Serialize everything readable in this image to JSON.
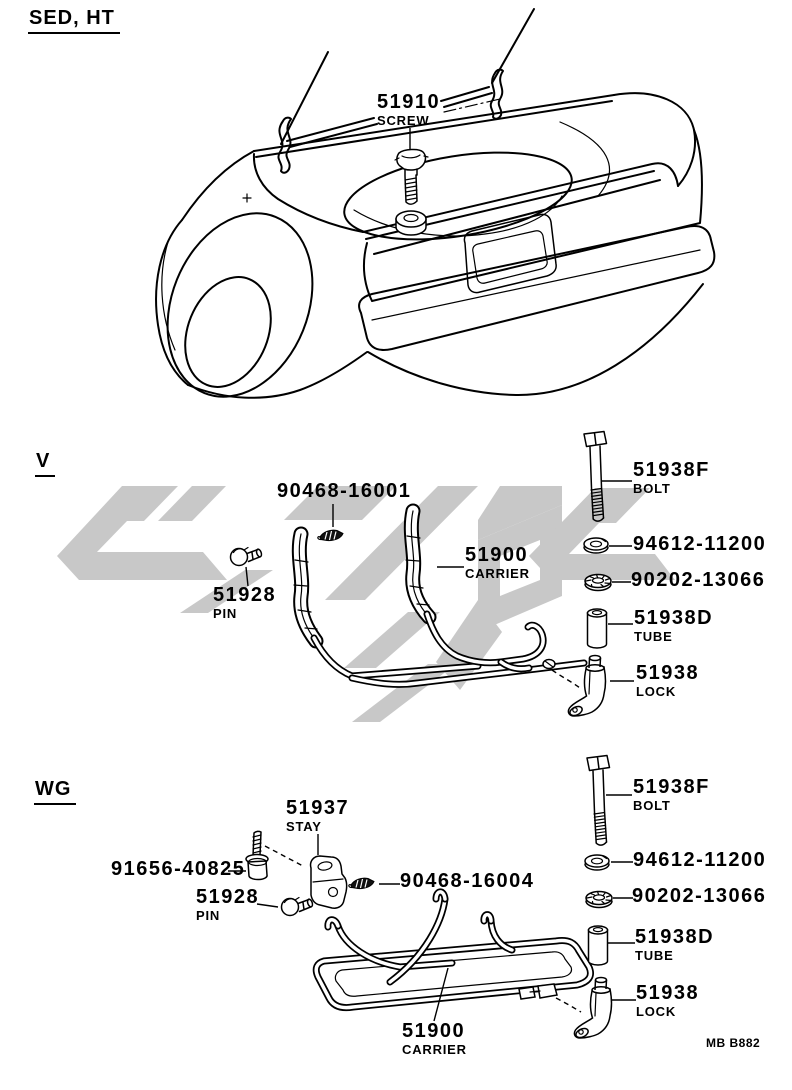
{
  "headings": {
    "top": "SED, HT",
    "v": "V",
    "wg": "WG"
  },
  "footer": {
    "code": "MB B882"
  },
  "colors": {
    "line": "#000000",
    "watermark": "#c8c8c8",
    "background": "#ffffff"
  },
  "labels": {
    "screw_top": {
      "number": "51910",
      "name": "SCREW"
    },
    "v_clip": {
      "number": "90468-16001"
    },
    "v_pin": {
      "number": "51928",
      "name": "PIN"
    },
    "v_carrier": {
      "number": "51900",
      "name": "CARRIER"
    },
    "v_bolt": {
      "number": "51938F",
      "name": "BOLT"
    },
    "v_spring_washer": {
      "number": "94612-11200"
    },
    "v_washer": {
      "number": "90202-13066"
    },
    "v_tube": {
      "number": "51938D",
      "name": "TUBE"
    },
    "v_lock": {
      "number": "51938",
      "name": "LOCK"
    },
    "wg_stay": {
      "number": "51937",
      "name": "STAY"
    },
    "wg_screw": {
      "number": "91656-40825"
    },
    "wg_pin": {
      "number": "51928",
      "name": "PIN"
    },
    "wg_clip": {
      "number": "90468-16004"
    },
    "wg_bolt": {
      "number": "51938F",
      "name": "BOLT"
    },
    "wg_spring_washer": {
      "number": "94612-11200"
    },
    "wg_washer": {
      "number": "90202-13066"
    },
    "wg_tube": {
      "number": "51938D",
      "name": "TUBE"
    },
    "wg_lock": {
      "number": "51938",
      "name": "LOCK"
    },
    "wg_carrier": {
      "number": "51900",
      "name": "CARRIER"
    }
  }
}
